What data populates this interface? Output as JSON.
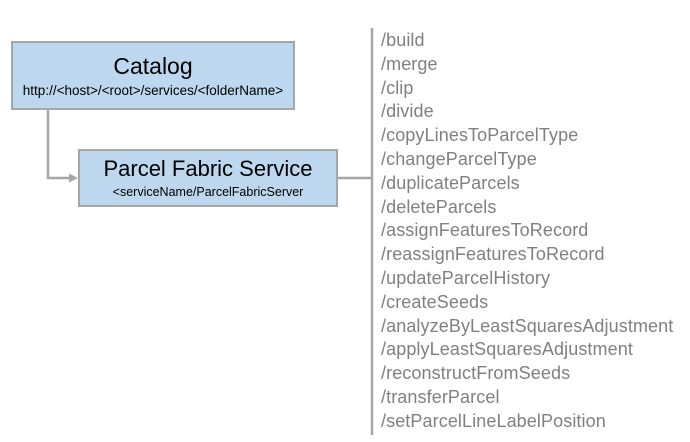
{
  "diagram": {
    "type": "service-endpoint-diagram",
    "colors": {
      "node_fill": "#bdd7ee",
      "node_border": "#a6a6a6",
      "connector": "#a6a6a6",
      "divider": "#a6a6a6",
      "operation_text": "#808080",
      "node_text": "#000000",
      "background": "#ffffff"
    },
    "nodes": [
      {
        "id": "catalog",
        "title": "Catalog",
        "subtitle": "http://<host>/<root>/services/<folderName>"
      },
      {
        "id": "parcel-fabric-service",
        "title": "Parcel Fabric Service",
        "subtitle": "<serviceName/ParcelFabricServer"
      }
    ],
    "operations": [
      {
        "name": "/build"
      },
      {
        "name": "/merge"
      },
      {
        "name": "/clip"
      },
      {
        "name": "/divide"
      },
      {
        "name": "/copyLinesToParcelType"
      },
      {
        "name": "/changeParcelType"
      },
      {
        "name": "/duplicateParcels"
      },
      {
        "name": "/deleteParcels"
      },
      {
        "name": "/assignFeaturesToRecord"
      },
      {
        "name": "/reassignFeaturesToRecord"
      },
      {
        "name": "/updateParcelHistory"
      },
      {
        "name": "/createSeeds"
      },
      {
        "name": "/analyzeByLeastSquaresAdjustment"
      },
      {
        "name": "/applyLeastSquaresAdjustment"
      },
      {
        "name": "/reconstructFromSeeds"
      },
      {
        "name": "/transferParcel"
      },
      {
        "name": "/setParcelLineLabelPosition"
      }
    ]
  }
}
